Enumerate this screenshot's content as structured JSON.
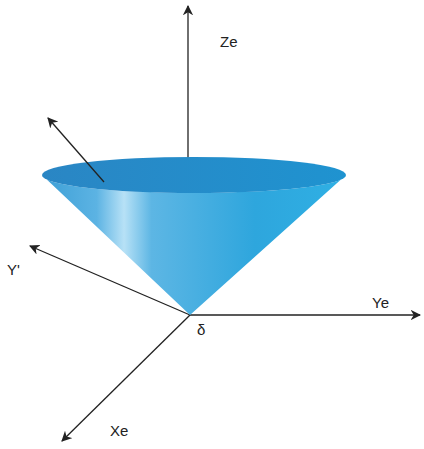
{
  "diagram": {
    "labels": [
      "Ze",
      "Y'",
      "Ye",
      "δ",
      "Xe"
    ]
  }
}
